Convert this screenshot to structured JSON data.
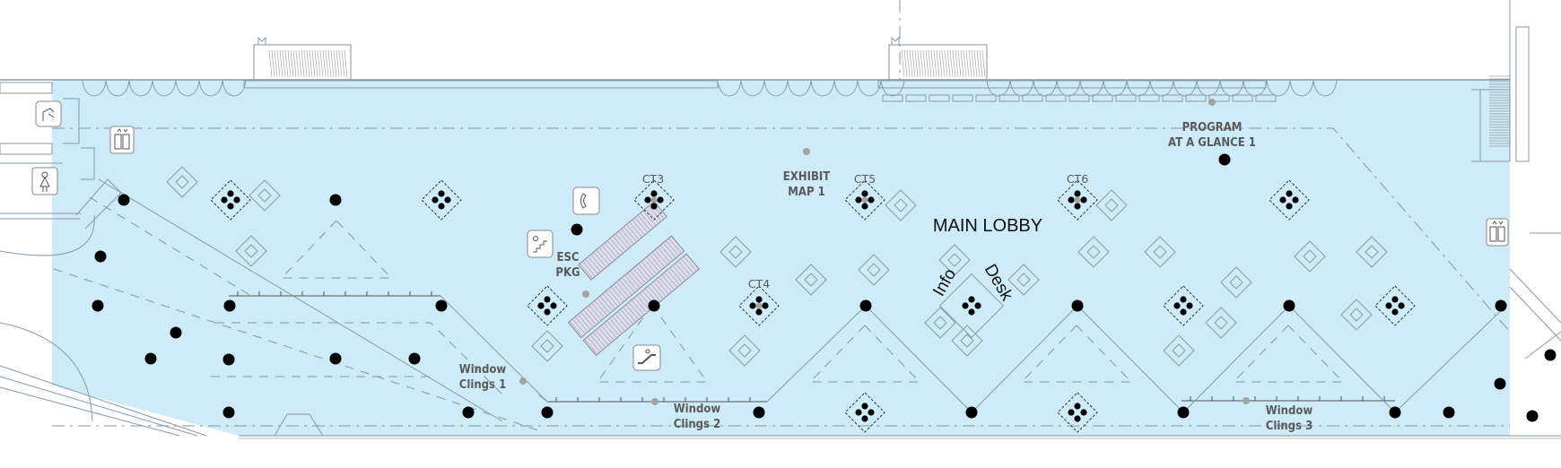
{
  "map": {
    "room_name": "MAIN LOBBY"
  },
  "labels": {
    "ct3": "CT3",
    "ct4": "CT4",
    "ct5": "CT5",
    "ct6": "CT6",
    "info_desk": [
      "Info",
      "Desk"
    ],
    "esc_pkg": [
      "ESC",
      "PKG"
    ],
    "exhibit_map_1": [
      "EXHIBIT",
      "MAP 1"
    ],
    "program_at_a_glance_1": [
      "PROGRAM",
      "AT A GLANCE 1"
    ],
    "window_clings_1": [
      "Window",
      "Clings 1"
    ],
    "window_clings_2": [
      "Window",
      "Clings 2"
    ],
    "window_clings_3": [
      "Window",
      "Clings 3"
    ]
  },
  "icons": [
    "elevator-icon",
    "phone-icon",
    "escalator-icon",
    "stairs-icon",
    "restroom-women-icon",
    "restroom-accessible-icon",
    "column-marker",
    "sign-location-marker",
    "charging-table-marker"
  ],
  "colors": {
    "lobby_fill": "#cdebf9",
    "column": "#000000",
    "sign_marker": "#a3a3a3",
    "linework": "#8a9aa6",
    "label_text": "#5a5a5a"
  }
}
